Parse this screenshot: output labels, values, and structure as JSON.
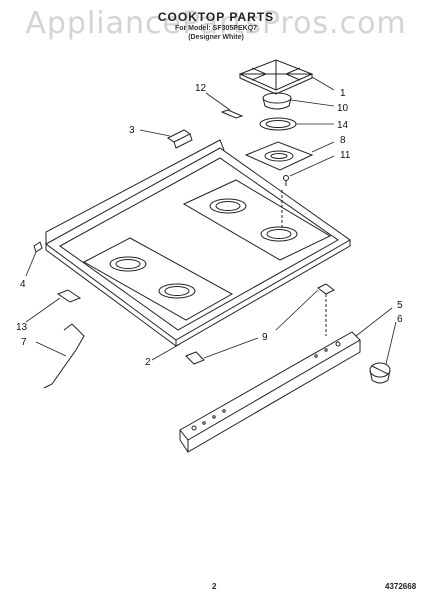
{
  "watermark": "AppliancePartsPros.com",
  "header": {
    "title": "COOKTOP PARTS",
    "subtitle_line1": "For Model: SF305PEKQ7",
    "subtitle_line2": "(Designer White)"
  },
  "callouts": [
    "1",
    "10",
    "14",
    "8",
    "11",
    "12",
    "3",
    "4",
    "13",
    "7",
    "2",
    "9",
    "5",
    "6"
  ],
  "footer": {
    "page_number": "2",
    "document_number": "4372668"
  }
}
